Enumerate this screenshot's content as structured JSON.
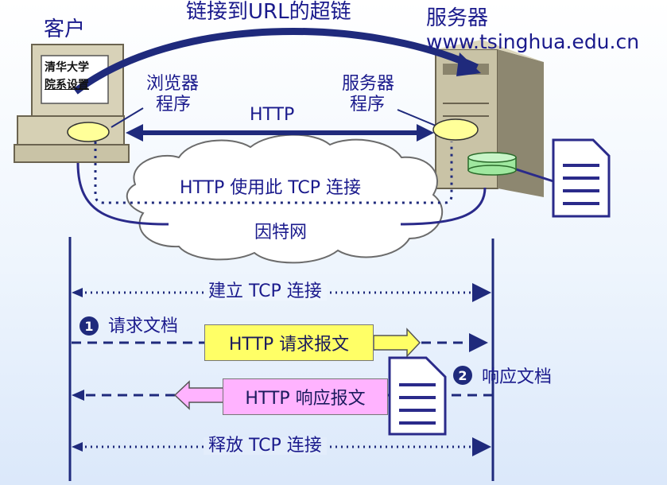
{
  "title": "链接到URL的超链",
  "client": {
    "label": "客户",
    "screen_line1": "清华大学",
    "screen_line2": "院系设置"
  },
  "server": {
    "label": "服务器",
    "url": "www.tsinghua.edu.cn"
  },
  "browser": {
    "line1": "浏览器",
    "line2": "程序"
  },
  "server_program": {
    "line1": "服务器",
    "line2": "程序"
  },
  "protocol": "HTTP",
  "tcp_note": "HTTP 使用此 TCP 连接",
  "internet": "因特网",
  "sequence": {
    "establish": "建立 TCP 连接",
    "step1_num": "1",
    "step1": "请求文档",
    "request": "HTTP 请求报文",
    "step2_num": "2",
    "step2": "响应文档",
    "response": "HTTP 响应报文",
    "release": "释放 TCP 连接"
  },
  "colors": {
    "navy": "#1f2a7c",
    "ellipse": "#ffff99",
    "request_box": "#ffff66",
    "response_box": "#ffb3ff",
    "db": "#9fe89f"
  }
}
